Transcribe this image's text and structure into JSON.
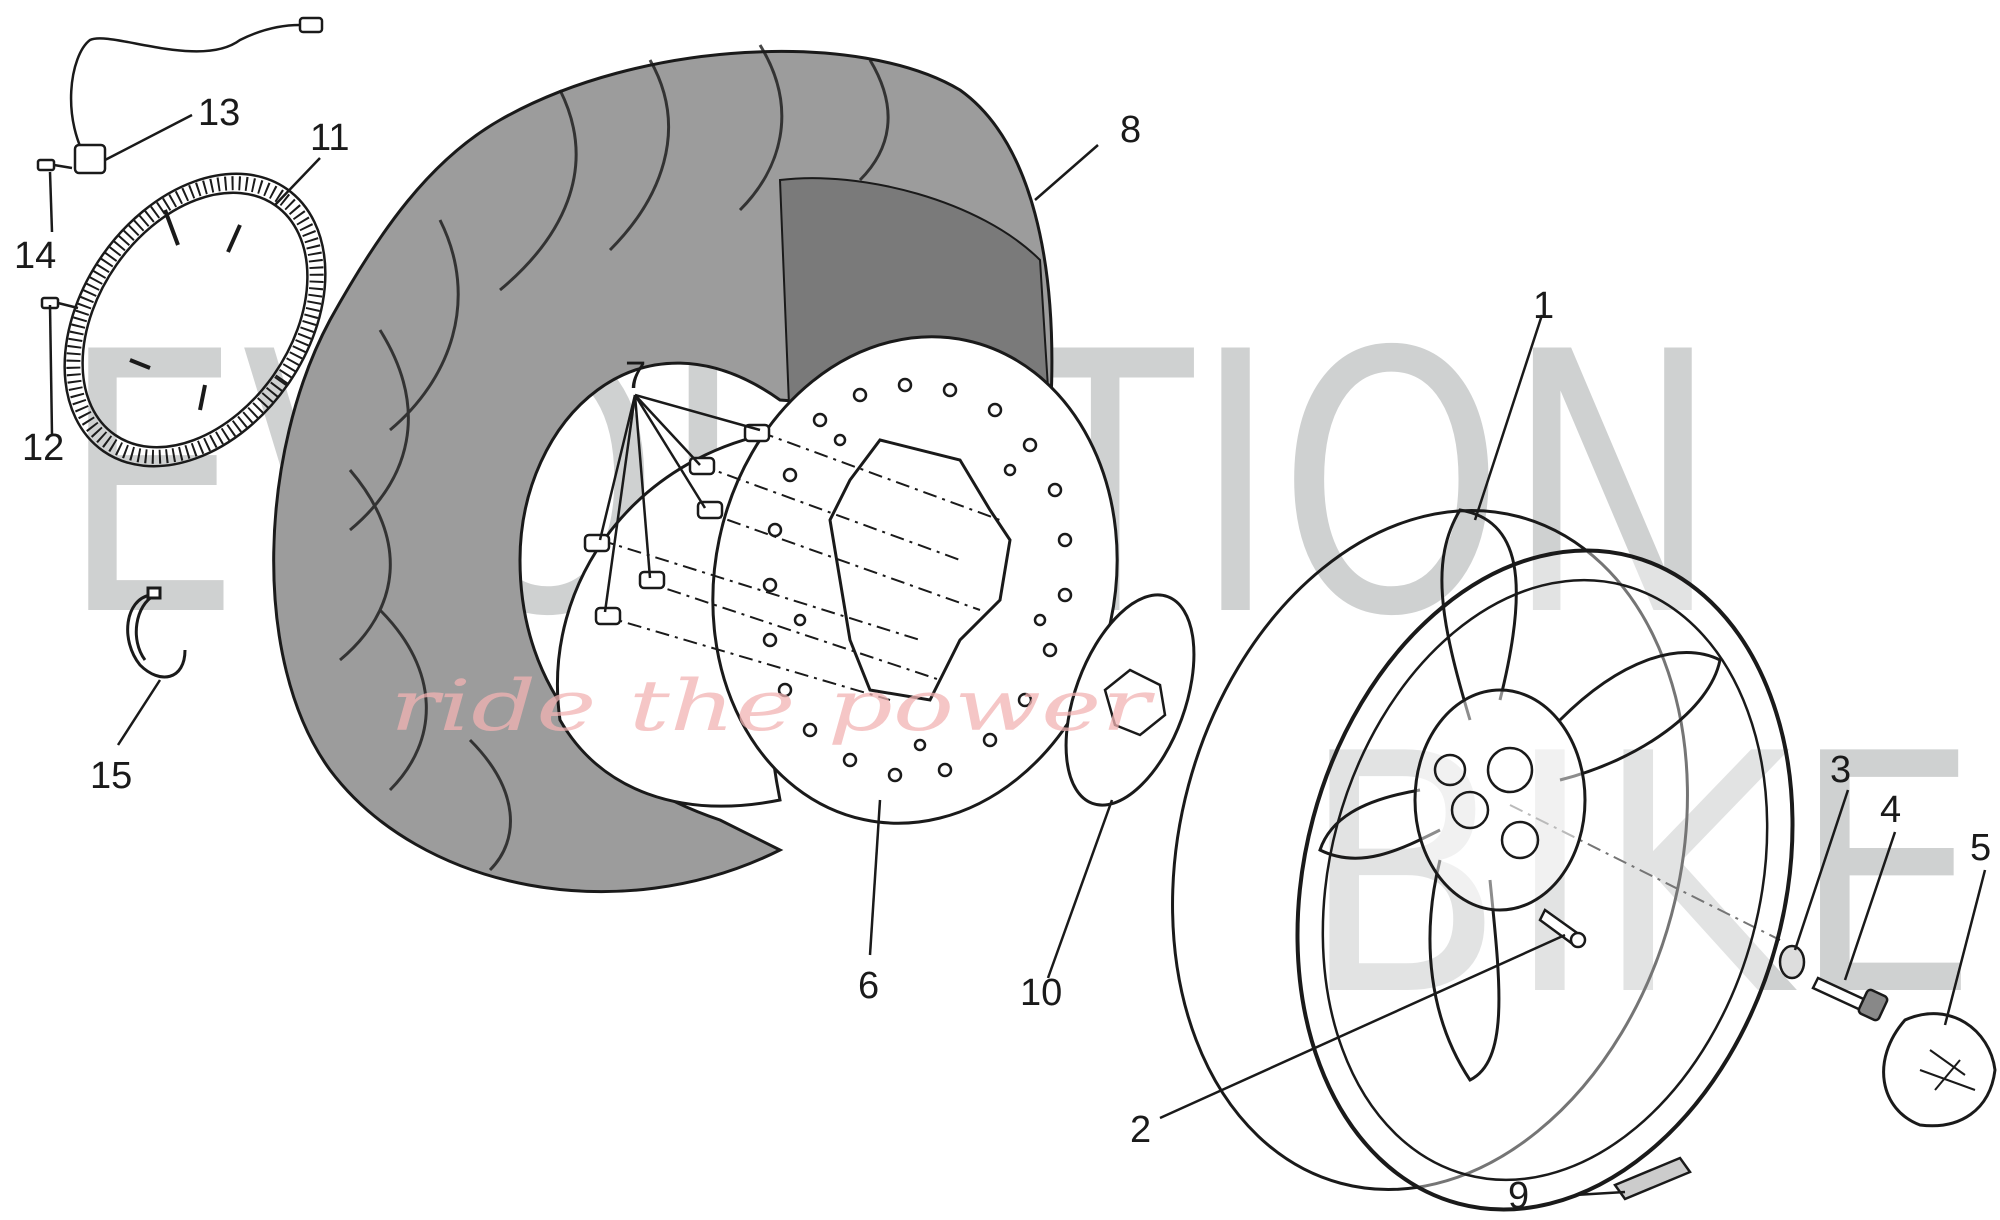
{
  "watermark": {
    "line1": "EVOLUTION",
    "line2": "BIKE",
    "slogan": "ride the power",
    "color": "#c7c9c9",
    "slogan_color": "#f2b3b3"
  },
  "colors": {
    "ink": "#1a1a1a",
    "tire": "#9c9c9c",
    "tire_inner": "#7a7a7a",
    "metal": "#ffffff"
  },
  "parts": [
    {
      "number": "1",
      "part": "rim"
    },
    {
      "number": "2",
      "part": "tire-valve"
    },
    {
      "number": "3",
      "part": "washer"
    },
    {
      "number": "4",
      "part": "axle-bolt"
    },
    {
      "number": "5",
      "part": "hub-cap"
    },
    {
      "number": "6",
      "part": "brake-disc"
    },
    {
      "number": "7",
      "part": "disc-screws"
    },
    {
      "number": "8",
      "part": "tire"
    },
    {
      "number": "9",
      "part": "balance-weight"
    },
    {
      "number": "10",
      "part": "spacer-plate"
    },
    {
      "number": "11",
      "part": "abs-tone-ring"
    },
    {
      "number": "12",
      "part": "tone-ring-screw"
    },
    {
      "number": "13",
      "part": "abs-sensor"
    },
    {
      "number": "14",
      "part": "sensor-screw"
    },
    {
      "number": "15",
      "part": "cable-clip"
    }
  ]
}
